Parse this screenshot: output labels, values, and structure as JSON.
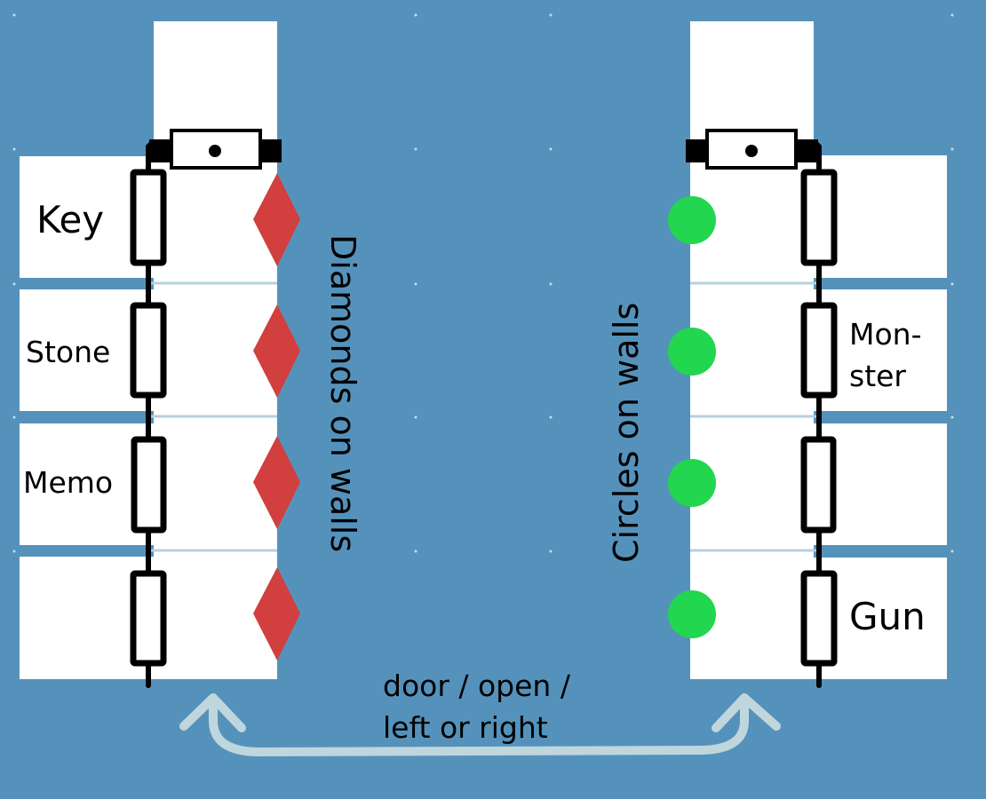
{
  "colors": {
    "background": "#5592bb",
    "room": "#ffffff",
    "separator": "#b5d0e3",
    "diamond": "#d23f3f",
    "circle": "#22d650",
    "wire": "#000000",
    "arrow": "#c0d6dd"
  },
  "left_column": {
    "label": "Diamonds on walls",
    "marker": "diamond",
    "rooms": [
      {
        "item": "Key"
      },
      {
        "item": "Stone"
      },
      {
        "item": "Memo"
      },
      {
        "item": ""
      }
    ]
  },
  "right_column": {
    "label": "Circles on walls",
    "marker": "circle",
    "rooms": [
      {
        "item_lines": []
      },
      {
        "item_lines": [
          "Mon-",
          "ster"
        ]
      },
      {
        "item_lines": []
      },
      {
        "item_lines": [
          "Gun"
        ]
      }
    ]
  },
  "bottom_note": {
    "lines": [
      "door / open /",
      "left or right"
    ]
  },
  "icons": {
    "door": "door-icon",
    "resistor": "resistor-icon",
    "arrow": "double-headed-curved-arrow-icon"
  }
}
